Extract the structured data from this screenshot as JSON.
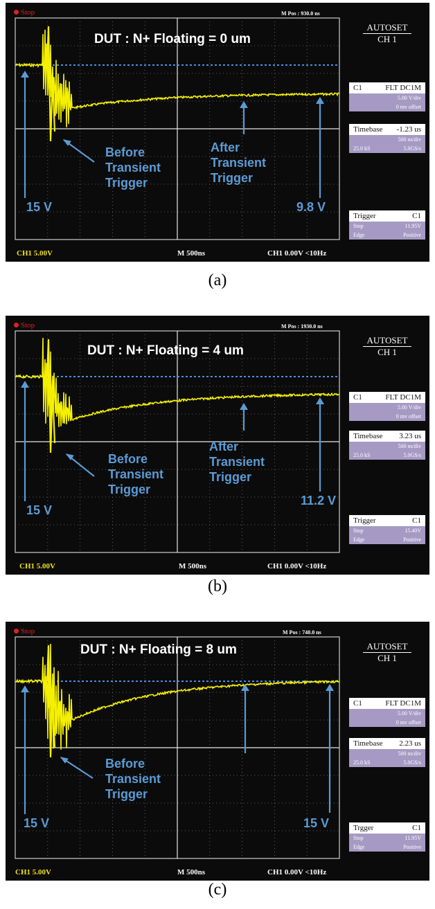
{
  "panels": [
    {
      "status": "Stop",
      "m_pos": "M Pos : 930.0  ns",
      "title": "DUT : N+ Floating = 0 um",
      "autoset": "AUTOSET",
      "channel": "CH 1",
      "ch_box": {
        "name": "C1",
        "mode": "FLT DC1M",
        "vdiv": "5.00 V/div",
        "offset": "0 mv offset"
      },
      "timebase_box": {
        "label": "Timebase",
        "value": "-1.23 us",
        "div": "500 ns/div",
        "samples": "25.0 kS",
        "rate": "5.0GS/s"
      },
      "trigger_box": {
        "label": "Trigger",
        "src": "C1",
        "state": "Stop",
        "level": "11.95V",
        "type": "Edge",
        "slope": "Positive"
      },
      "bottom_left": "CH1 5.00V",
      "bottom_mid": "M 500ns",
      "bottom_right": "CH1  0.00V <10Hz",
      "label_start": "15 V",
      "label_before": "Before\nTransient\nTrigger",
      "label_after": "After\nTransient\nTrigger",
      "label_end": "9.8 V",
      "caption": "(a)"
    },
    {
      "status": "Stop",
      "m_pos": "M Pos : 1930.0  ns",
      "title": "DUT : N+ Floating = 4 um",
      "autoset": "AUTOSET",
      "channel": "CH 1",
      "ch_box": {
        "name": "C1",
        "mode": "FLT DC1M",
        "vdiv": "5.00 V/div",
        "offset": "0 mv offset"
      },
      "timebase_box": {
        "label": "Timebase",
        "value": "3.23 us",
        "div": "500 ns/div",
        "samples": "25.0 kS",
        "rate": "5.0GS/s"
      },
      "trigger_box": {
        "label": "Trigger",
        "src": "C1",
        "state": "Stop",
        "level": "15.40V",
        "type": "Edge",
        "slope": "Positive"
      },
      "bottom_left": "CH1 5.00V",
      "bottom_mid": "M 500ns",
      "bottom_right": "CH1  0.00V <10Hz",
      "label_start": "15 V",
      "label_before": "Before\nTransient\nTrigger",
      "label_after": "After\nTransient\nTrigger",
      "label_end": "11.2 V",
      "caption": "(b)"
    },
    {
      "status": "Stop",
      "m_pos": "M Pos : 740.0  ns",
      "title": "DUT : N+ Floating = 8 um",
      "autoset": "AUTOSET",
      "channel": "CH 1",
      "ch_box": {
        "name": "C1",
        "mode": "FLT DC1M",
        "vdiv": "5.00 V/div",
        "offset": "0 mv offset"
      },
      "timebase_box": {
        "label": "Timebase",
        "value": "2.23 us",
        "div": "500 ns/div",
        "samples": "25.0 kS",
        "rate": "5.0GS/s"
      },
      "trigger_box": {
        "label": "Trgger",
        "src": "C1",
        "state": "Stop",
        "level": "11.95V",
        "type": "Edge",
        "slope": "Positive"
      },
      "bottom_left": "CH1 5.00V",
      "bottom_mid": "M 500ns",
      "bottom_right": "CH1  0.00V <10Hz",
      "label_start": "15 V",
      "label_before": "Before\nTransient\nTrigger",
      "label_after": "",
      "label_end": "15 V",
      "caption": "(c)"
    }
  ],
  "colors": {
    "trace": "#f5f000",
    "reference": "#4a90e2",
    "annotation": "#5b9bd5",
    "grid": "#cfcfcf",
    "side_box": "#a69ac4"
  },
  "waveform": {
    "ref_level_v": 15,
    "after_level_v": [
      9.8,
      11.2,
      15
    ]
  }
}
